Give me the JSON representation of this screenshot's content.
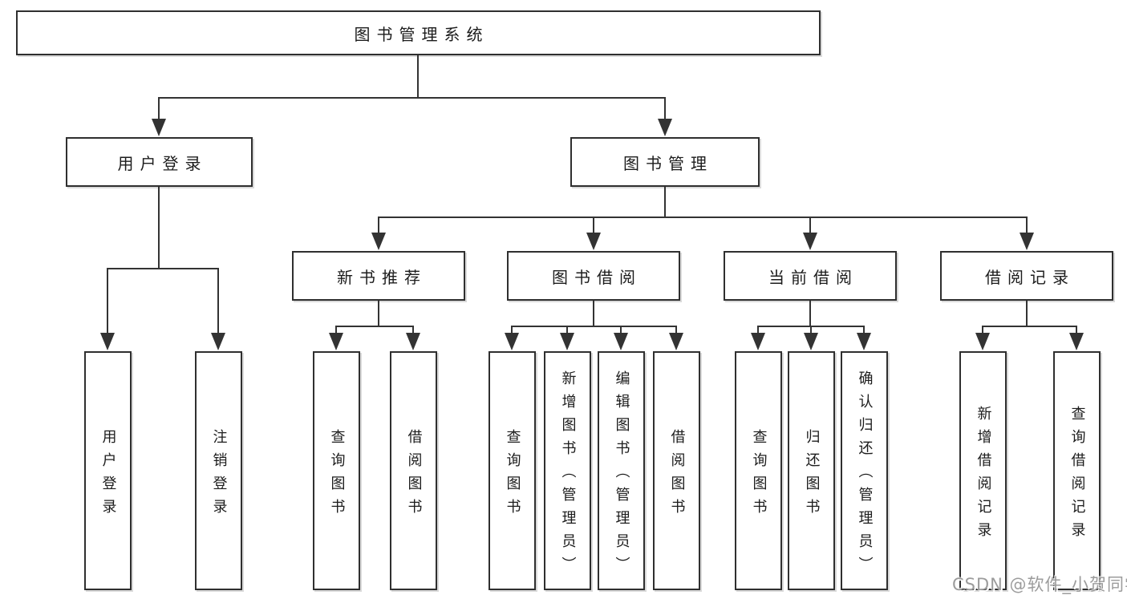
{
  "tree": {
    "label": "图书管理系统",
    "children": [
      {
        "label": "用户登录",
        "children": [
          {
            "label": "用户登录"
          },
          {
            "label": "注销登录"
          }
        ]
      },
      {
        "label": "图书管理",
        "children": [
          {
            "label": "新书推荐",
            "children": [
              {
                "label": "查询图书"
              },
              {
                "label": "借阅图书"
              }
            ]
          },
          {
            "label": "图书借阅",
            "children": [
              {
                "label": "查询图书"
              },
              {
                "label": "新增图书（管理员）"
              },
              {
                "label": "编辑图书（管理员）"
              },
              {
                "label": "借阅图书"
              }
            ]
          },
          {
            "label": "当前借阅",
            "children": [
              {
                "label": "查询图书"
              },
              {
                "label": "归还图书"
              },
              {
                "label": "确认归还（管理员）"
              }
            ]
          },
          {
            "label": "借阅记录",
            "children": [
              {
                "label": "新增借阅记录"
              },
              {
                "label": "查询借阅记录"
              }
            ]
          }
        ]
      }
    ]
  },
  "watermark": {
    "text": "CSDN @软件_小贺同学",
    "color": "#9c9c9c"
  },
  "colors": {
    "line": "#333333",
    "box_border": "#2f2f2f",
    "text": "#1c1c1c",
    "background": "#ffffff"
  }
}
